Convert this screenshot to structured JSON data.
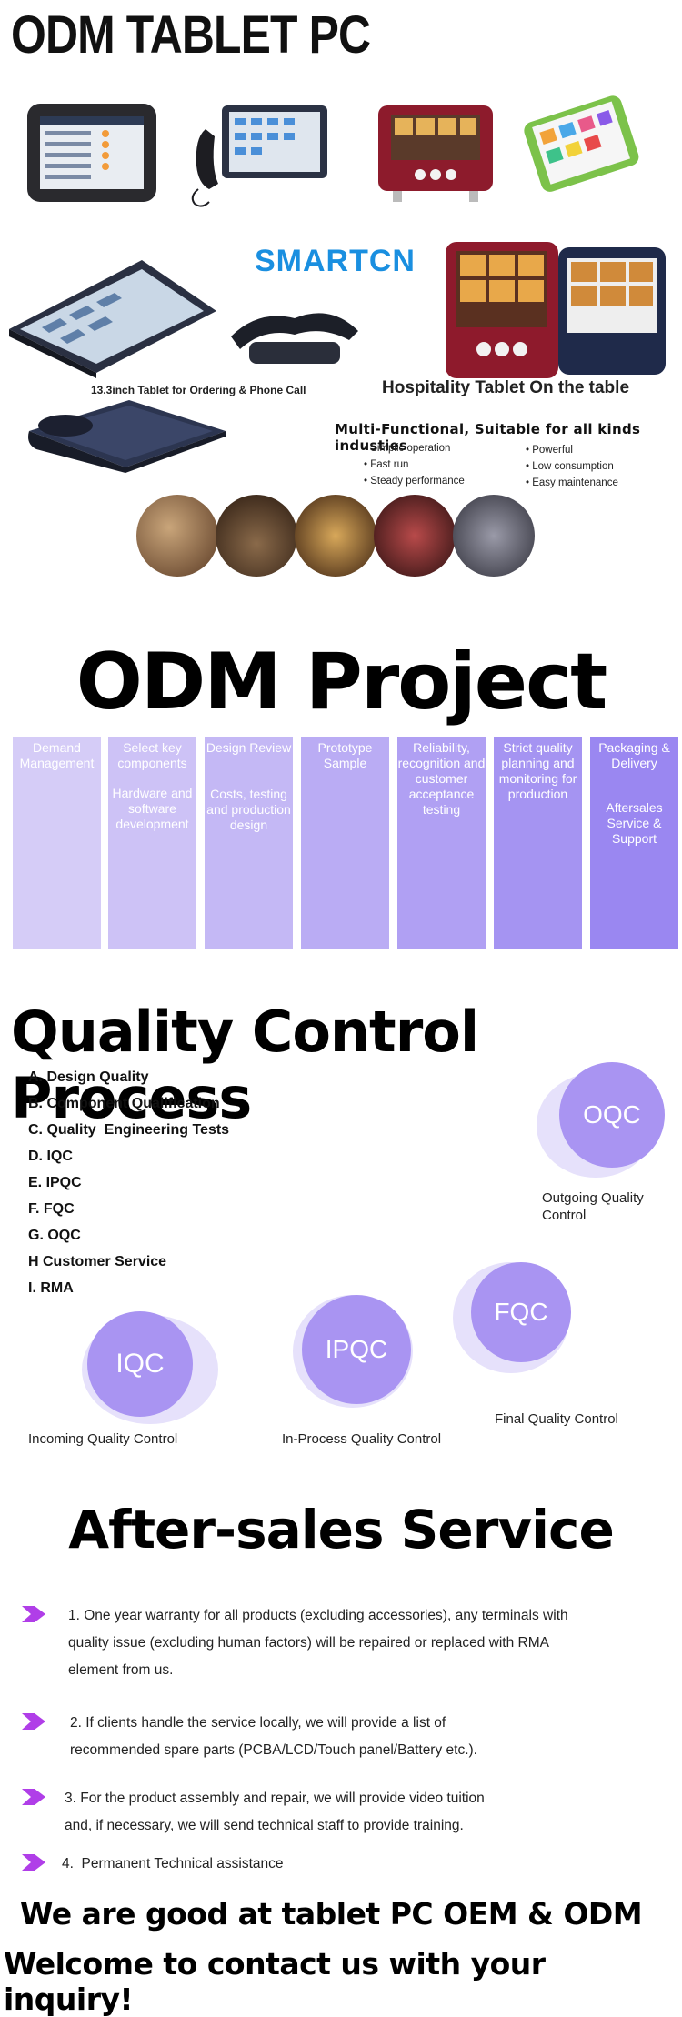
{
  "header": {
    "title": "ODM TABLET PC"
  },
  "banner": {
    "logo": "SMARTCN",
    "caption_left": "13.3inch Tablet for Ordering & Phone Call",
    "caption_right": "Hospitality Tablet On the table",
    "features_title": "Multi-Functional, Suitable for all kinds industies",
    "features_left": [
      "Simplic operation",
      "Fast run",
      "Steady performance"
    ],
    "features_right": [
      "Powerful",
      "Low consumption",
      "Easy maintenance"
    ]
  },
  "odm_project": {
    "title": "ODM Project",
    "steps": [
      {
        "label": "Demand Management",
        "sub": "",
        "color": "#d5ccf7"
      },
      {
        "label": "Select key components",
        "sub": "Hardware and software development",
        "color": "#cdc2f6"
      },
      {
        "label": "Design Review",
        "sub": "Costs, testing and production design",
        "color": "#c4b8f5"
      },
      {
        "label": "Prototype Sample",
        "sub": "",
        "color": "#baacf4"
      },
      {
        "label": "Reliability, recognition and customer acceptance testing",
        "sub": "",
        "color": "#b0a0f3"
      },
      {
        "label": "Strict quality planning and monitoring for production",
        "sub": "",
        "color": "#a594f2"
      },
      {
        "label": "Packaging & Delivery",
        "sub": "Aftersales Service & Support",
        "color": "#9a87f1"
      }
    ]
  },
  "quality": {
    "title": "Quality Control Process",
    "items": [
      "A. Design Quality",
      "B. Component Qualification",
      "C. Quality  Engineering Tests",
      "D. IQC",
      "E. IPQC",
      "F. FQC",
      "G. OQC",
      "H Customer Service",
      "I. RMA"
    ],
    "oqc": {
      "label": "OQC",
      "caption": "Outgoing Quality Control"
    },
    "fqc": {
      "label": "FQC",
      "caption": "Final Quality Control"
    },
    "ipqc": {
      "label": "IPQC",
      "caption": "In-Process Quality Control"
    },
    "iqc": {
      "label": "IQC",
      "caption": "Incoming Quality Control"
    }
  },
  "after_sales": {
    "title": "After-sales Service",
    "items": [
      [
        "1. One year warranty for all products (excluding accessories), any terminals with",
        "quality issue (excluding human factors) will be repaired or replaced with RMA",
        "element from us."
      ],
      [
        "2. If clients handle the service locally, we will provide a list of",
        "recommended spare parts (PCBA/LCD/Touch panel/Battery etc.)."
      ],
      [
        "3. For the product assembly and repair, we will provide video tuition",
        "and, if necessary, we will send technical staff to provide training."
      ],
      [
        "4.  Permanent Technical assistance"
      ]
    ]
  },
  "footer": {
    "line1": "We are good at tablet PC OEM & ODM",
    "line2": "Welcome to contact us with your inquiry!"
  }
}
